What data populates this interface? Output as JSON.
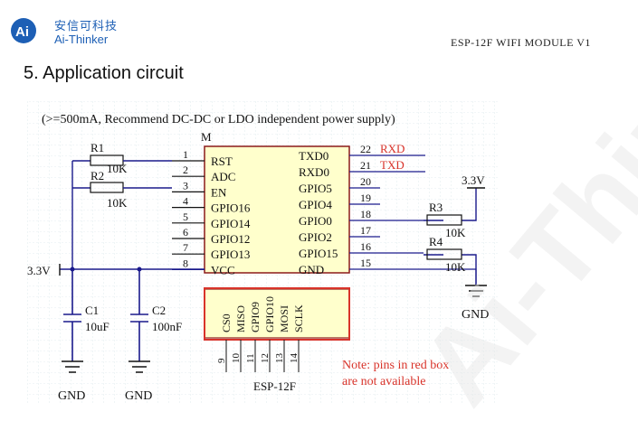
{
  "header": {
    "logo_cn": "安信可科技",
    "logo_en": "Ai-Thinker",
    "doc_title": "ESP-12F WIFI MODULE V1"
  },
  "section": {
    "number": "5.",
    "title": "Application circuit"
  },
  "schematic": {
    "note_top": "(>=500mA, Recommend DC-DC or LDO independent power supply)",
    "module_ref": "M",
    "module_name": "ESP-12F",
    "left_pins": [
      {
        "num": "1",
        "name": "RST"
      },
      {
        "num": "2",
        "name": "ADC"
      },
      {
        "num": "3",
        "name": "EN"
      },
      {
        "num": "4",
        "name": "GPIO16"
      },
      {
        "num": "5",
        "name": "GPIO14"
      },
      {
        "num": "6",
        "name": "GPIO12"
      },
      {
        "num": "7",
        "name": "GPIO13"
      },
      {
        "num": "8",
        "name": "VCC"
      }
    ],
    "right_pins": [
      {
        "num": "22",
        "name": "TXD0",
        "net": "RXD"
      },
      {
        "num": "21",
        "name": "RXD0",
        "net": "TXD"
      },
      {
        "num": "20",
        "name": "GPIO5",
        "net": ""
      },
      {
        "num": "19",
        "name": "GPIO4",
        "net": ""
      },
      {
        "num": "18",
        "name": "GPIO0",
        "net": ""
      },
      {
        "num": "17",
        "name": "GPIO2",
        "net": ""
      },
      {
        "num": "16",
        "name": "GPIO15",
        "net": ""
      },
      {
        "num": "15",
        "name": "GND",
        "net": ""
      }
    ],
    "bottom_pins": [
      {
        "num": "9",
        "name": "CS0"
      },
      {
        "num": "10",
        "name": "MISO"
      },
      {
        "num": "11",
        "name": "GPIO9"
      },
      {
        "num": "12",
        "name": "GPIO10"
      },
      {
        "num": "13",
        "name": "MOSI"
      },
      {
        "num": "14",
        "name": "SCLK"
      }
    ],
    "r1": {
      "ref": "R1",
      "value": "10K"
    },
    "r2": {
      "ref": "R2",
      "value": "10K"
    },
    "r3": {
      "ref": "R3",
      "value": "10K"
    },
    "r4": {
      "ref": "R4",
      "value": "10K"
    },
    "c1": {
      "ref": "C1",
      "value": "10uF"
    },
    "c2": {
      "ref": "C2",
      "value": "100nF"
    },
    "vcc_left": "3.3V",
    "vcc_right": "3.3V",
    "gnd": "GND",
    "note_red_1": "Note: pins in red box",
    "note_red_2": "are not available",
    "colors": {
      "wire": "#1a1a8c",
      "red": "#d8332a",
      "text": "#111111",
      "grid": "#c9dde3"
    }
  },
  "watermark": {
    "text": "Ai-Thinker"
  }
}
